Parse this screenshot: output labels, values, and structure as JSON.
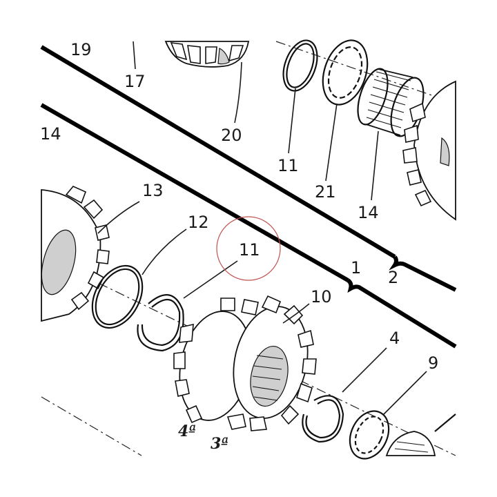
{
  "callouts": {
    "c19": "19",
    "c17": "17",
    "c20": "20",
    "c11_top": "11",
    "c21": "21",
    "c14_top": "14",
    "c14_left": "14",
    "c13": "13",
    "c12": "12",
    "c11_mid": "11",
    "c10": "10",
    "c1": "1",
    "c2": "2",
    "c4": "4",
    "c9": "9"
  },
  "gear_labels": {
    "g4": "4ª",
    "g3": "3ª"
  },
  "colors": {
    "line": "#000000",
    "highlight_circle": "#c0504d",
    "background": "#ffffff"
  }
}
